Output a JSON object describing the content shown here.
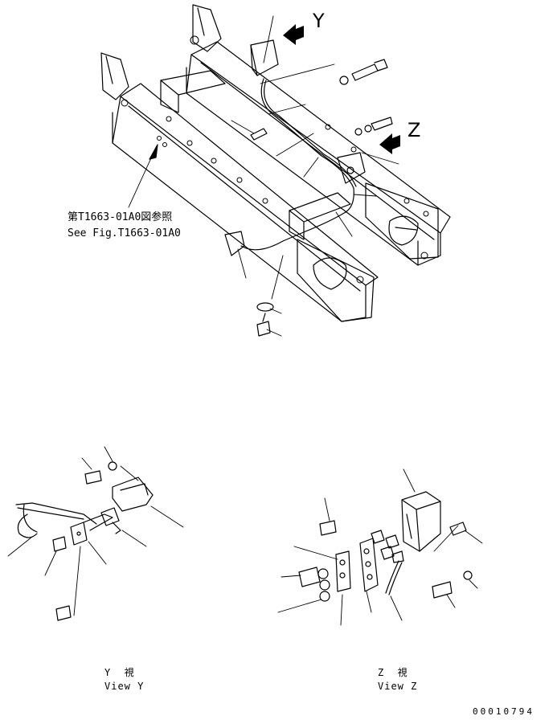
{
  "markers": {
    "y": "Y",
    "z": "Z"
  },
  "reference": {
    "line_jp": "第T1663-01A0図参照",
    "line_en": "See Fig.T1663-01A0"
  },
  "views": [
    {
      "jp": "Y  視",
      "en": "View Y"
    },
    {
      "jp": "Z  視",
      "en": "View Z"
    }
  ],
  "document_number": "00010794"
}
